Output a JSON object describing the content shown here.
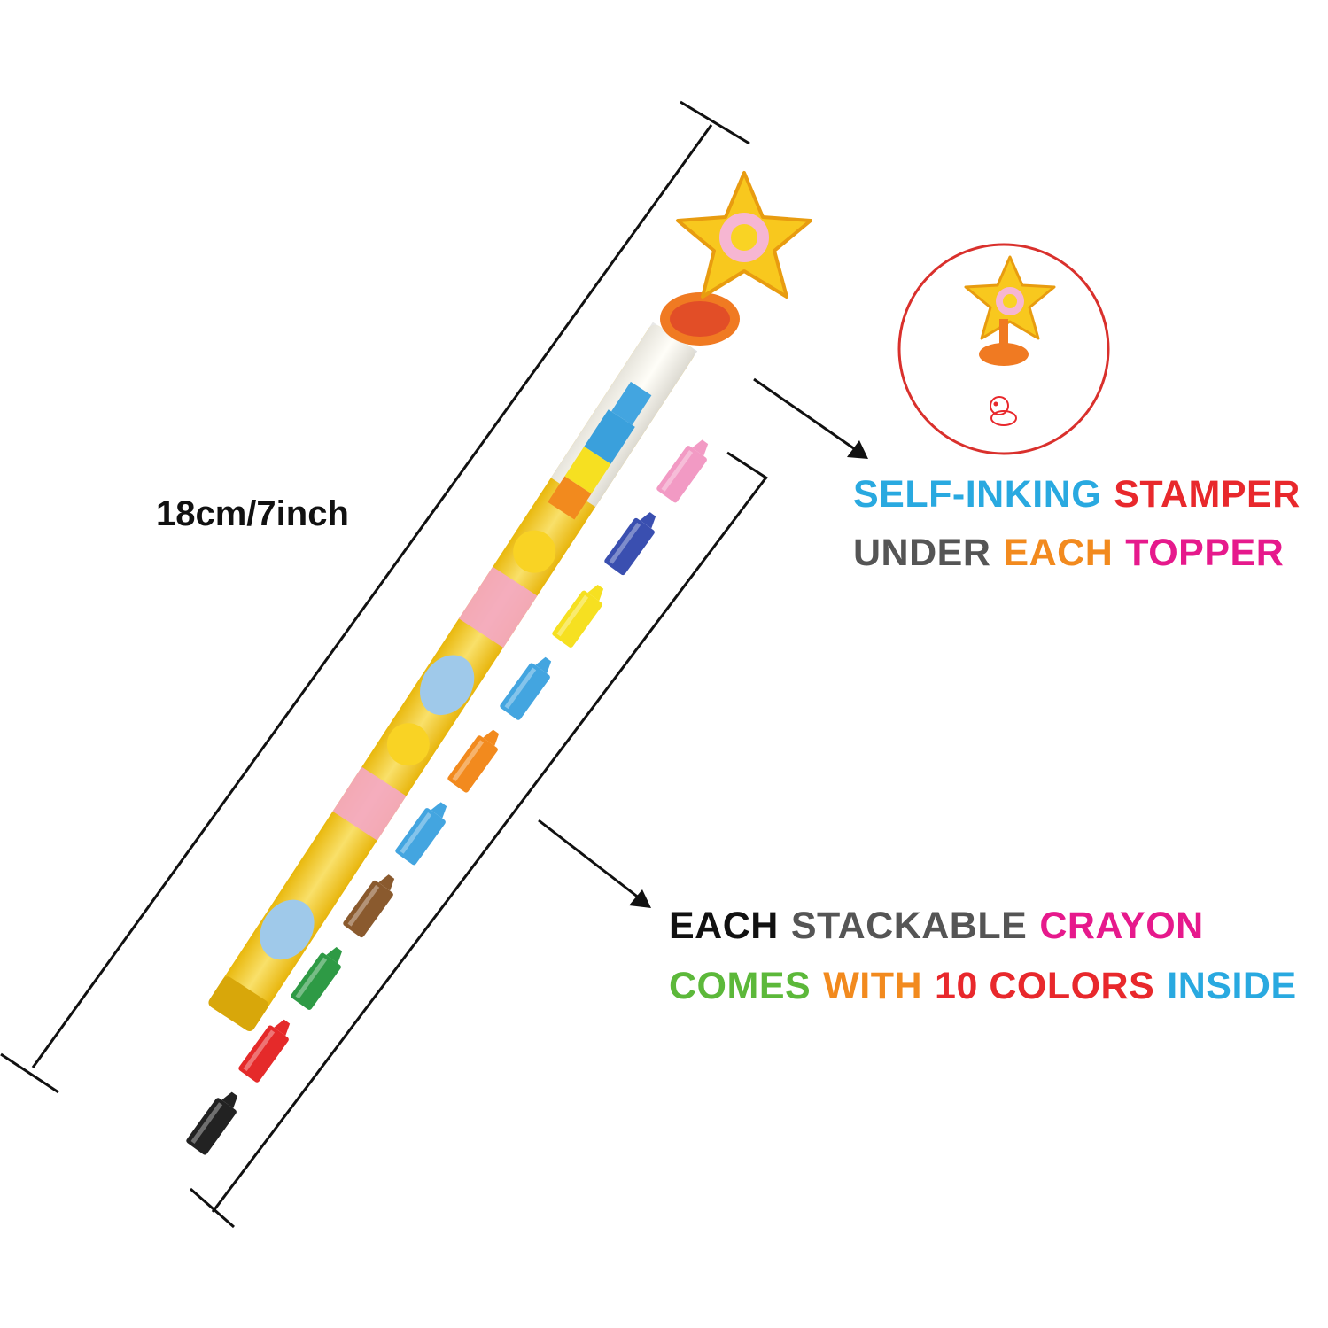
{
  "dimension": {
    "text": "18cm/7inch"
  },
  "callouts": {
    "stamper": {
      "line1": [
        {
          "text": "SELF-INKING",
          "color": "#29a9e0"
        },
        {
          "text": "STAMPER",
          "color": "#e8282c"
        }
      ],
      "line2": [
        {
          "text": "UNDER",
          "color": "#555555"
        },
        {
          "text": "EACH",
          "color": "#f28a1e"
        },
        {
          "text": "TOPPER",
          "color": "#e6198c"
        }
      ]
    },
    "crayon": {
      "line1": [
        {
          "text": "EACH",
          "color": "#111111"
        },
        {
          "text": "STACKABLE",
          "color": "#555555"
        },
        {
          "text": "CRAYON",
          "color": "#e6198c"
        }
      ],
      "line2": [
        {
          "text": "COMES",
          "color": "#5cb83a"
        },
        {
          "text": "WITH",
          "color": "#f28a1e"
        },
        {
          "text": "10 COLORS",
          "color": "#e8282c"
        },
        {
          "text": "INSIDE",
          "color": "#29a9e0"
        }
      ]
    }
  },
  "colors": {
    "barrel_yellow": "#f7d21c",
    "star_yellow": "#f8c81e",
    "stamp_orange": "#f07a22",
    "inset_circle": "#d9302c",
    "dimension_line": "#111111",
    "crayon_segments": [
      "#f29ac4",
      "#3a4fb0",
      "#f6e021",
      "#43a5e0",
      "#f28a1e",
      "#43a5e0",
      "#8a5a2e",
      "#2e9a45",
      "#e52a2a",
      "#222222"
    ]
  },
  "icons": {
    "stamp_topper": "star-stamp-icon",
    "stamp_imprint": "chick-imprint-icon"
  }
}
